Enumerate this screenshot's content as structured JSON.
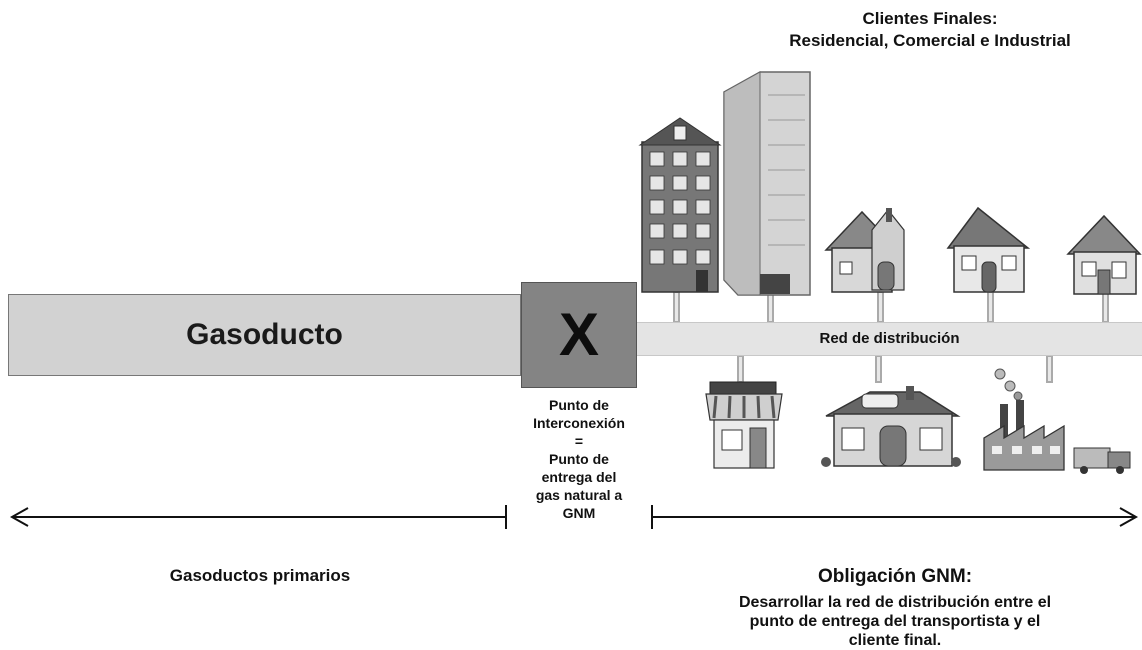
{
  "clients": {
    "title_line1": "Clientes Finales:",
    "title_line2": "Residencial, Comercial e Industrial"
  },
  "pipeline": {
    "label": "Gasoducto"
  },
  "interconnection": {
    "mark": "X",
    "label_lines": [
      "Punto de",
      "Interconexión",
      "=",
      "Punto de",
      "entrega del",
      "gas natural a",
      "GNM"
    ]
  },
  "network": {
    "label": "Red de distribución"
  },
  "arrows": {
    "left_label": "Gasoductos primarios",
    "right_title": "Obligación GNM:",
    "right_body_lines": [
      "Desarrollar la red de distribución entre el",
      "punto de entrega del transportista y el",
      "cliente final."
    ]
  },
  "icons": {
    "top": [
      "apartment-building-icon",
      "skyscraper-icon",
      "cottage-icon",
      "house-icon",
      "small-house-icon"
    ],
    "bottom": [
      "shop-icon",
      "restaurant-icon",
      "factory-icon"
    ]
  },
  "colors": {
    "pipeline": "#d2d2d2",
    "interconnection": "#848484",
    "network": "#e4e4e4",
    "arrow": "#111111"
  }
}
